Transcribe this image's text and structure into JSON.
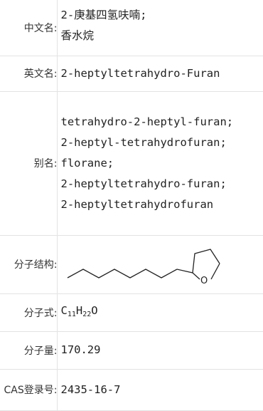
{
  "rows": [
    {
      "label": "中文名:",
      "values": [
        "2-庚基四氢呋喃;",
        "香水烷"
      ]
    },
    {
      "label": "英文名:",
      "values": [
        "2-heptyltetrahydro-Furan"
      ]
    },
    {
      "label": "别名:",
      "values": [
        "tetrahydro-2-heptyl-furan;",
        "2-heptyl-tetrahydrofuran;",
        "florane;",
        "2-heptyltetrahydro-furan;",
        "2-heptyltetrahydrofuran"
      ]
    },
    {
      "label": "分子结构:",
      "structure_atom": "O"
    },
    {
      "label": "分子式:",
      "formula": {
        "c": "C",
        "c_sub": "11",
        "h": "H",
        "h_sub": "22",
        "o": "O"
      }
    },
    {
      "label": "分子量:",
      "values": [
        "170.29"
      ]
    },
    {
      "label": "CAS登录号:",
      "values": [
        "2435-16-7"
      ]
    }
  ]
}
